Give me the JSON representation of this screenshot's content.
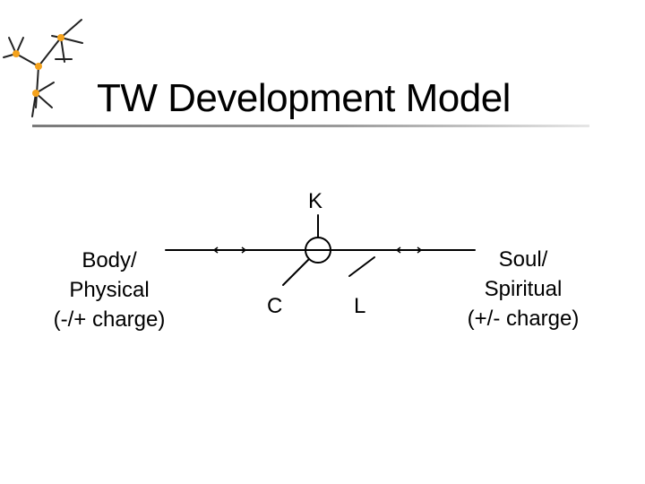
{
  "slide": {
    "title": "TW Development Model",
    "accent_color": "#f4a21c",
    "icon": "branch-logo-icon"
  },
  "diagram": {
    "top_label": "K",
    "left_block": [
      "Body/",
      "Physical",
      "(-/+ charge)"
    ],
    "right_block": [
      "Soul/",
      "Spiritual",
      "(+/- charge)"
    ],
    "left_branch_label": "C",
    "right_branch_label": "L"
  }
}
